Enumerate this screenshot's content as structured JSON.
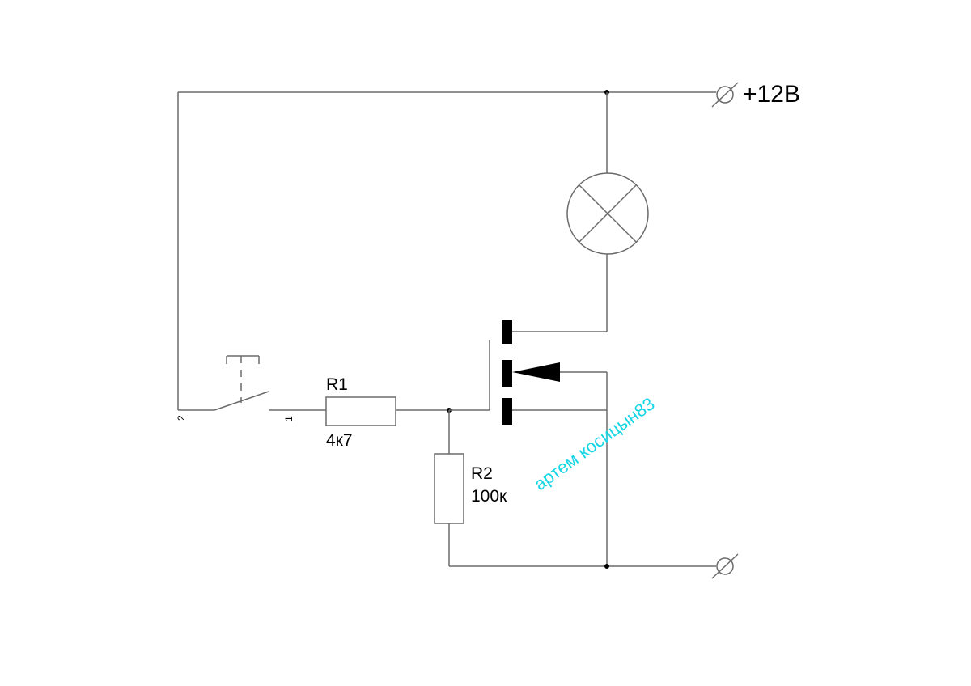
{
  "supply": {
    "label": "+12В"
  },
  "switch": {
    "pin_left": "2",
    "pin_right": "1"
  },
  "r1": {
    "name": "R1",
    "value": "4к7"
  },
  "r2": {
    "name": "R2",
    "value": "100к"
  },
  "watermark": {
    "text": "артем косицын83",
    "color": "#16d6e6"
  },
  "colors": {
    "wire": "#6b6b6b",
    "component": "#000000",
    "background": "#ffffff"
  }
}
